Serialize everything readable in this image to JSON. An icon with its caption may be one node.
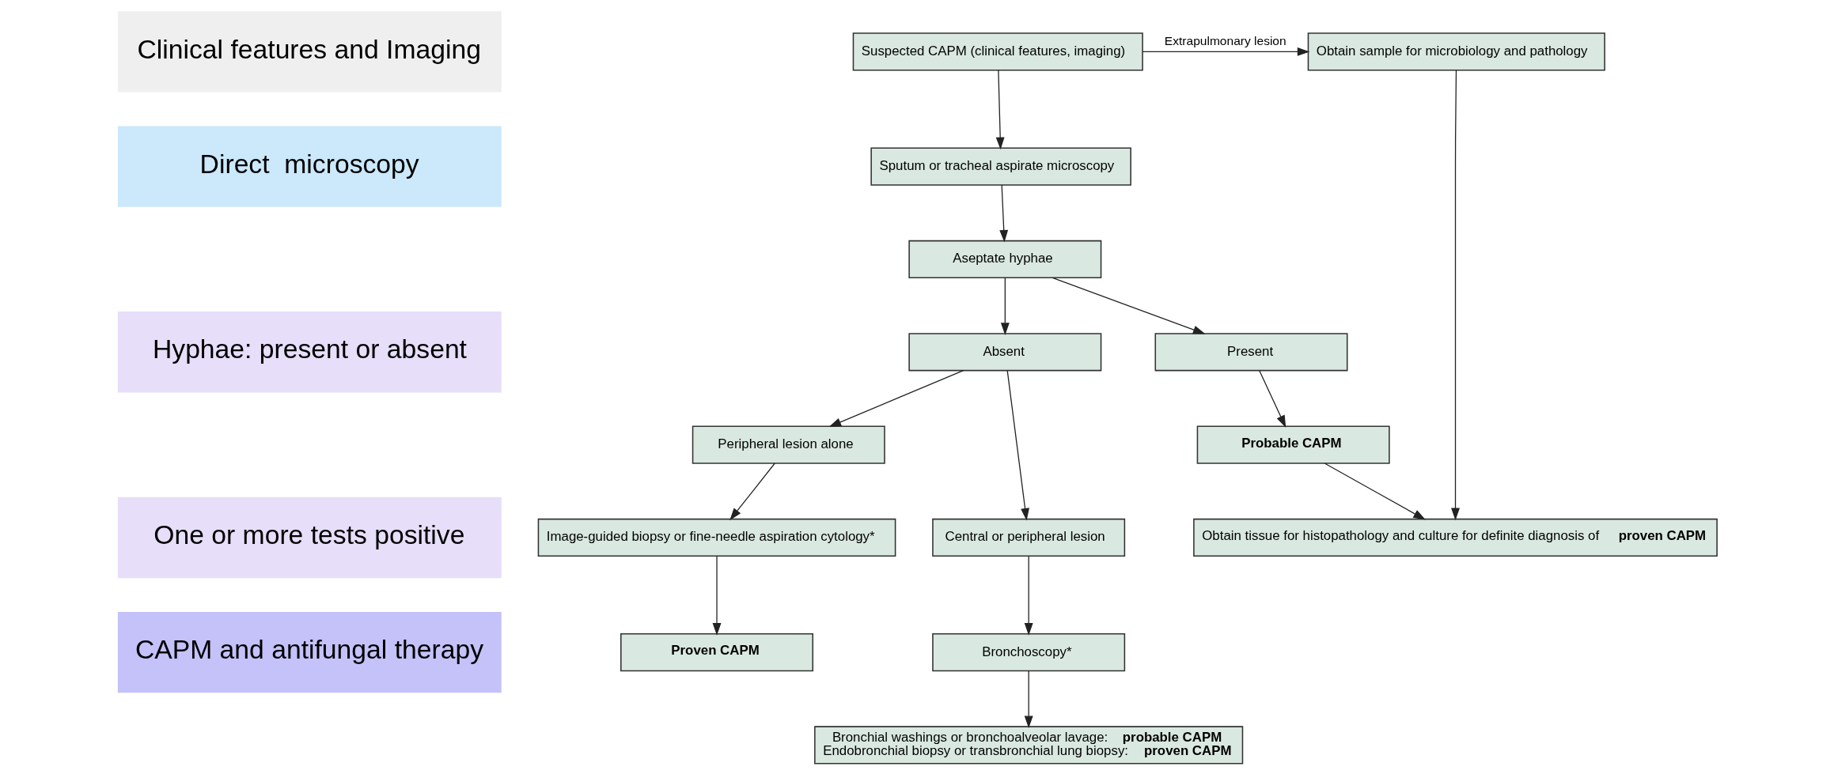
{
  "diagram": {
    "nodes": [
      {
        "text": [
          "Obtain sample for microbiology and pathology"
        ]
      },
      {
        "text": [
          "Suspected CAPM (clinical features, imaging)"
        ]
      },
      {
        "text": [
          "Sputum or tracheal aspirate microscopy"
        ]
      },
      {
        "text": [
          "Aseptate hyphae"
        ]
      },
      {
        "text": [
          "Present"
        ]
      },
      {
        "text": [
          "Absent"
        ]
      },
      {
        "text": [
          "**Probable CAPM**"
        ]
      },
      {
        "text": [
          "Central or peripheral lesion"
        ]
      },
      {
        "text": [
          "Peripheral lesion alone"
        ]
      },
      {
        "text": [
          "Obtain tissue for histopathology and culture for definite diagnosis of **proven CAPM**"
        ]
      },
      {
        "text": [
          "Bronchoscopy*"
        ]
      },
      {
        "text": [
          "Image-guided biopsy or fine-needle aspiration cytology*"
        ]
      },
      {
        "text": [
          "Bronchial washings or bronchoalveolar lavage: **probable CAPM**",
          "Endobronchial biopsy or transbronchial lung biopsy: **proven CAPM**"
        ]
      },
      {
        "text": [
          "**Proven CAPM**"
        ]
      },
      {
        "text": [
          "Clinical features and Imaging"
        ]
      },
      {
        "text": [
          "Direct  microscopy"
        ]
      },
      {
        "text": [
          "Hyphae: present or absent"
        ]
      },
      {
        "text": [
          "One or more tests positive"
        ]
      },
      {
        "text": [
          "CAPM and antifungal therapy"
        ]
      }
    ],
    "edges": [
      {
        "from": 1,
        "to": 0,
        "arrow": "to",
        "label": "Extrapulmonary lesion"
      },
      {
        "from": 1,
        "to": 2,
        "arrow": "to"
      },
      {
        "from": 2,
        "to": 3,
        "arrow": "to"
      },
      {
        "from": 3,
        "to": 4,
        "arrow": "to"
      },
      {
        "from": 3,
        "to": 5,
        "arrow": "to"
      },
      {
        "from": 4,
        "to": 6,
        "arrow": "to"
      },
      {
        "from": 5,
        "to": 7,
        "arrow": "to"
      },
      {
        "from": 5,
        "to": 8,
        "arrow": "to"
      },
      {
        "from": 6,
        "to": 9,
        "arrow": "to"
      },
      {
        "from": 0,
        "to": 9,
        "arrow": "to"
      },
      {
        "from": 7,
        "to": 10,
        "arrow": "to"
      },
      {
        "from": 8,
        "to": 11,
        "arrow": "to"
      },
      {
        "from": 10,
        "to": 12,
        "arrow": "to"
      },
      {
        "from": 11,
        "to": 13,
        "arrow": "to"
      }
    ]
  }
}
